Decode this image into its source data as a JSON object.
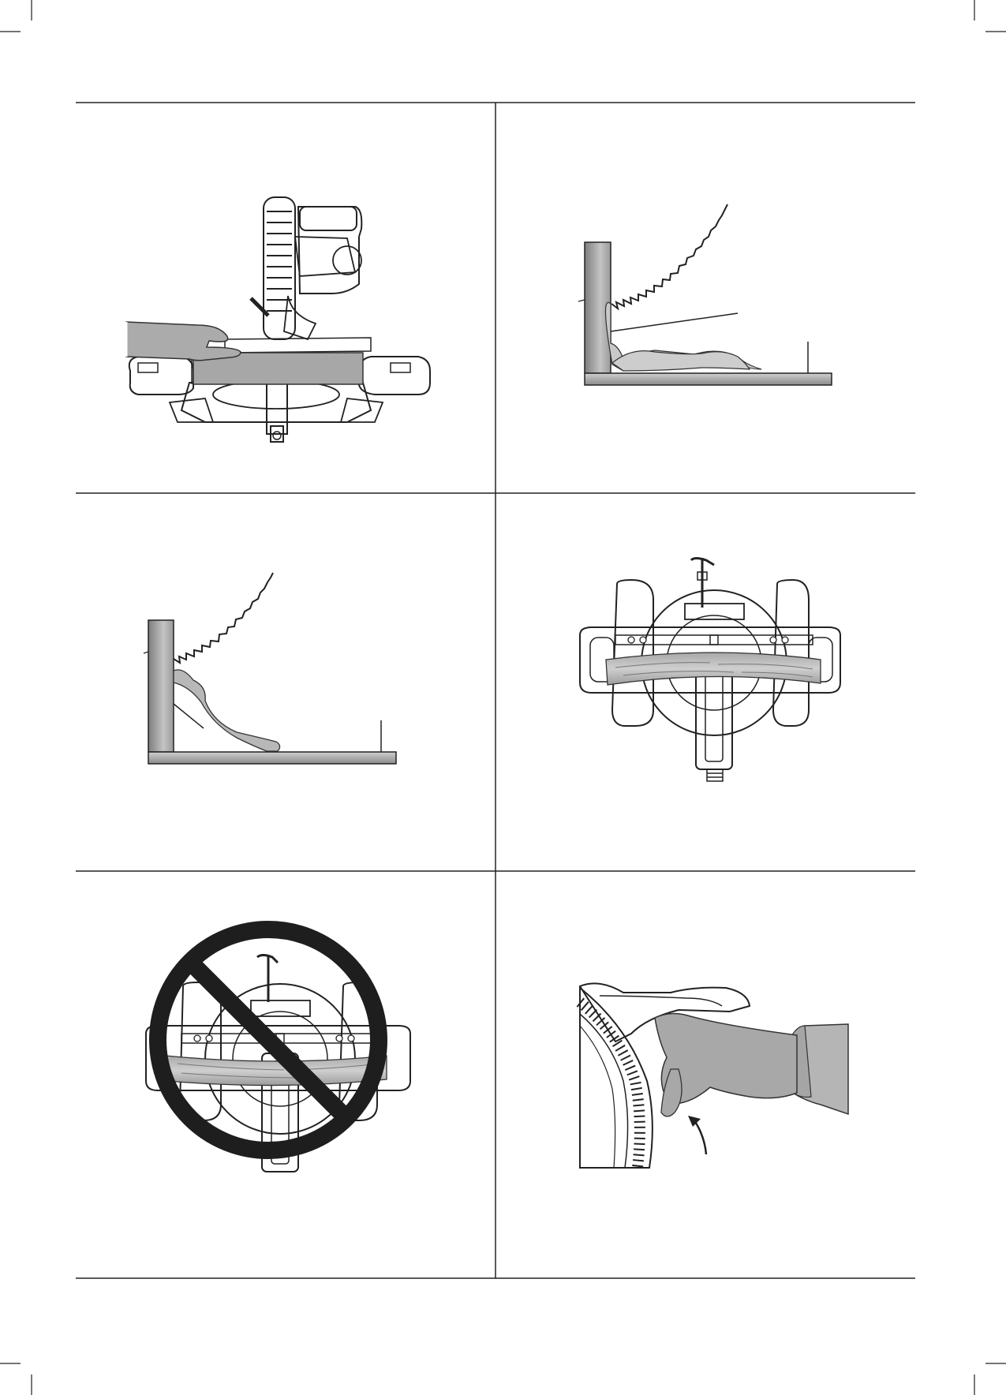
{
  "page": {
    "background": "#ffffff",
    "line_color": "#222222",
    "panel_fill": "#b8b8b8",
    "prohibition_color": "#1e1e1e"
  },
  "figures": [
    {
      "id": "fig-1",
      "icon": "miter-saw-front-view-hand-holding-workpiece-icon"
    },
    {
      "id": "fig-2",
      "icon": "blade-over-bowed-workpiece-against-fence-icon"
    },
    {
      "id": "fig-3",
      "icon": "crown-molding-against-fence-icon"
    },
    {
      "id": "fig-4",
      "icon": "top-view-bowed-board-correct-icon"
    },
    {
      "id": "fig-5",
      "icon": "top-view-bowed-board-incorrect-prohibited-icon"
    },
    {
      "id": "fig-6",
      "icon": "hand-rotating-blade-arrow-icon"
    }
  ]
}
